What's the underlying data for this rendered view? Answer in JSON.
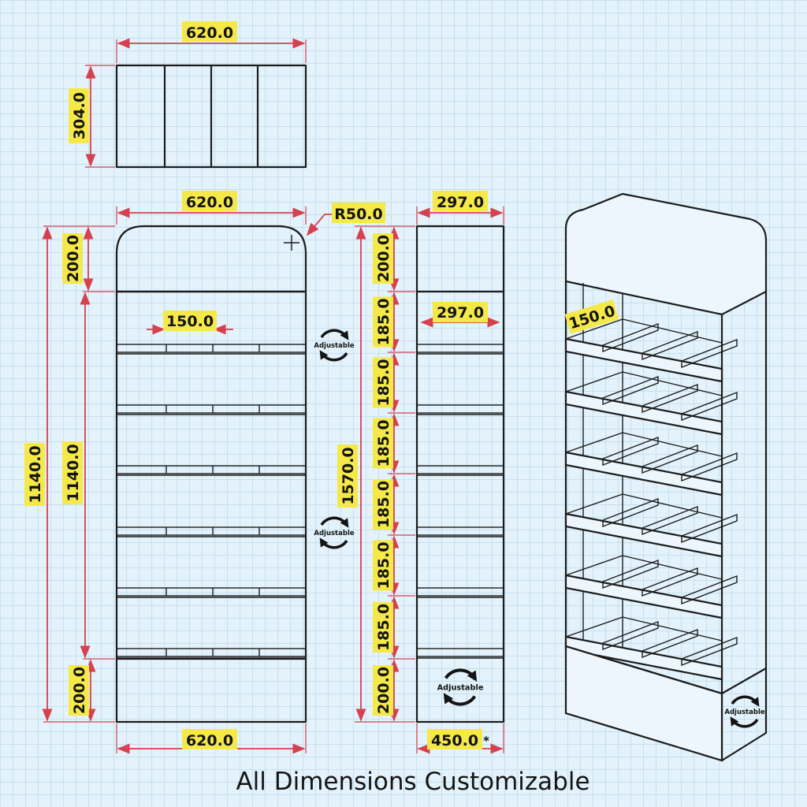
{
  "caption": "All Dimensions Customizable",
  "adjustable_label": "Adjustable",
  "colors": {
    "dimension_line": "#d6404f",
    "label_background": "#f5e94a",
    "grid_background": "#e3f2fb",
    "outline": "#1c1c1c"
  },
  "top_view": {
    "width": "620.0",
    "depth": "304.0"
  },
  "front_view": {
    "width_top": "620.0",
    "corner_radius": "R50.0",
    "header_height": "200.0",
    "shelf_divider_spacing": "150.0",
    "total_height": "1140.0",
    "shelf_zone_height": "1140.0",
    "base_height": "200.0",
    "width_bottom": "620.0"
  },
  "side_view": {
    "depth_top": "297.0",
    "shelf_depth": "297.0",
    "total_height": "1570.0",
    "header_height": "200.0",
    "shelf_spacings": [
      "185.0",
      "185.0",
      "185.0",
      "185.0",
      "185.0",
      "185.0"
    ],
    "base_height": "200.0",
    "base_depth": "450.0",
    "base_depth_marker": "*"
  },
  "iso_view": {
    "divider_spacing": "150.0"
  }
}
